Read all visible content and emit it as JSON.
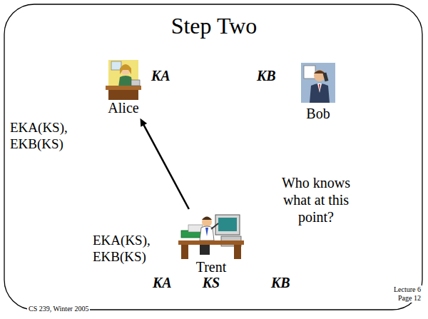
{
  "diagram": {
    "title": "Step Two",
    "nodes": [
      {
        "text": [
          "Alice"
        ]
      },
      {
        "text": [
          "Bob"
        ]
      },
      {
        "text": [
          "Trent",
          "KS"
        ]
      }
    ],
    "edges": [
      {
        "from": 2,
        "to": 0,
        "arrow": "to"
      }
    ],
    "labels": [
      "KA",
      "KB",
      "EKA(KS), EKB(KS)",
      "EKA(KS), EKB(KS)",
      "KA",
      "KB",
      "Who knows what at this point?",
      "CS 239, Winter 2005",
      "Lecture 6 Page 12"
    ]
  }
}
